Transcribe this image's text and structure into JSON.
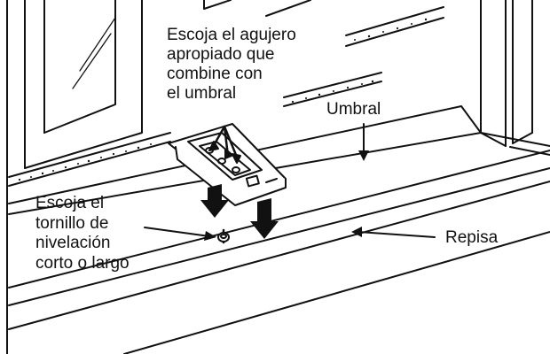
{
  "labels": {
    "hole_lines": [
      "Escoja el agujero",
      "apropiado que",
      "combine con",
      "el umbral"
    ],
    "screw_lines": [
      "Escoja el",
      "tornillo de",
      "nivelación",
      "corto o largo"
    ],
    "umbral": "Umbral",
    "repisa": "Repisa"
  },
  "colors": {
    "line": "#111111",
    "background": "#ffffff"
  }
}
